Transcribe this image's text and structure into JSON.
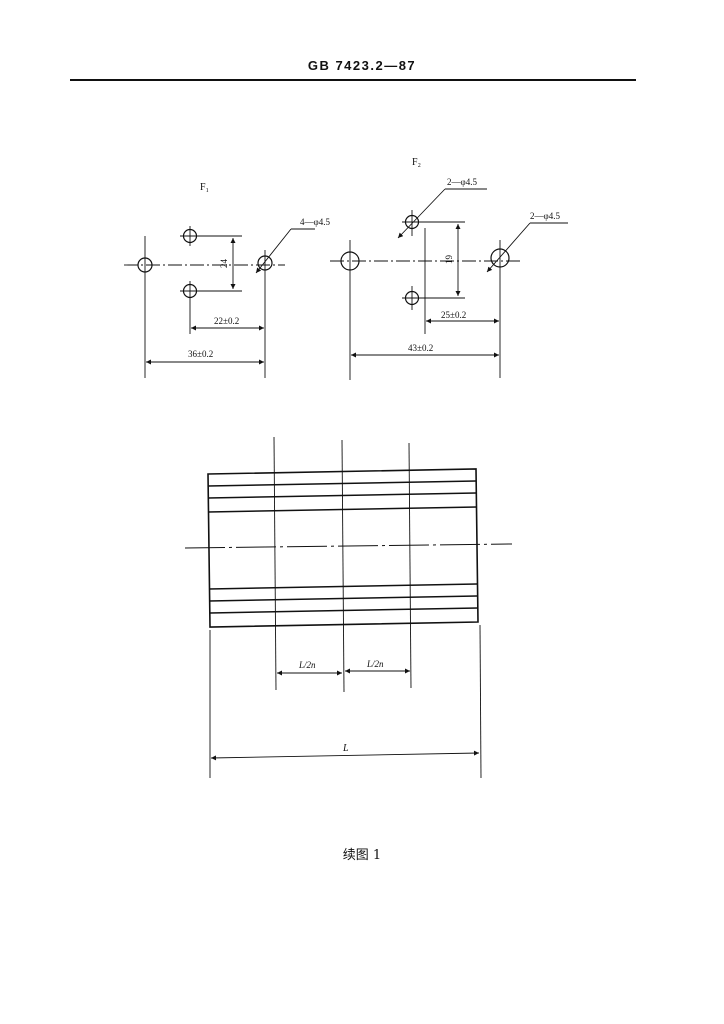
{
  "header": {
    "standard_number": "GB 7423.2—87"
  },
  "figure_f1": {
    "label": "F₁",
    "hole_callout": "4—φ4.5",
    "dim_vertical": "24",
    "dim_inner": "22±0.2",
    "dim_outer": "36±0.2"
  },
  "figure_f2": {
    "label": "F₂",
    "hole_callout_top": "2—φ4.5",
    "hole_callout_right": "2—φ4.5",
    "dim_vertical": "19",
    "dim_inner": "25±0.2",
    "dim_outer": "43±0.2"
  },
  "figure_bar": {
    "dim_segment_left": "L/2n",
    "dim_segment_right": "L/2n",
    "dim_total": "L"
  },
  "caption": "续图 1"
}
